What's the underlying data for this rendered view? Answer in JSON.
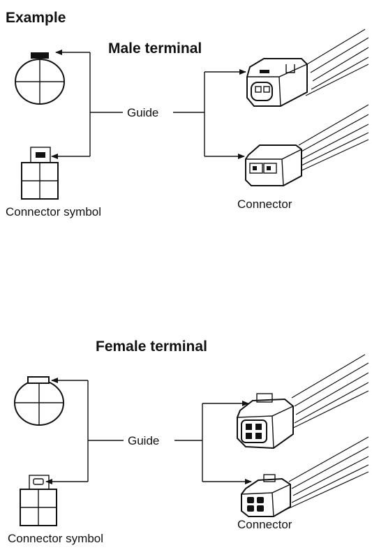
{
  "heading": "Example",
  "sections": [
    {
      "title": "Male terminal",
      "guide_label": "Guide",
      "symbol_label": "Connector symbol",
      "connector_label": "Connector"
    },
    {
      "title": "Female terminal",
      "guide_label": "Guide",
      "symbol_label": "Connector symbol",
      "connector_label": "Connector"
    }
  ]
}
